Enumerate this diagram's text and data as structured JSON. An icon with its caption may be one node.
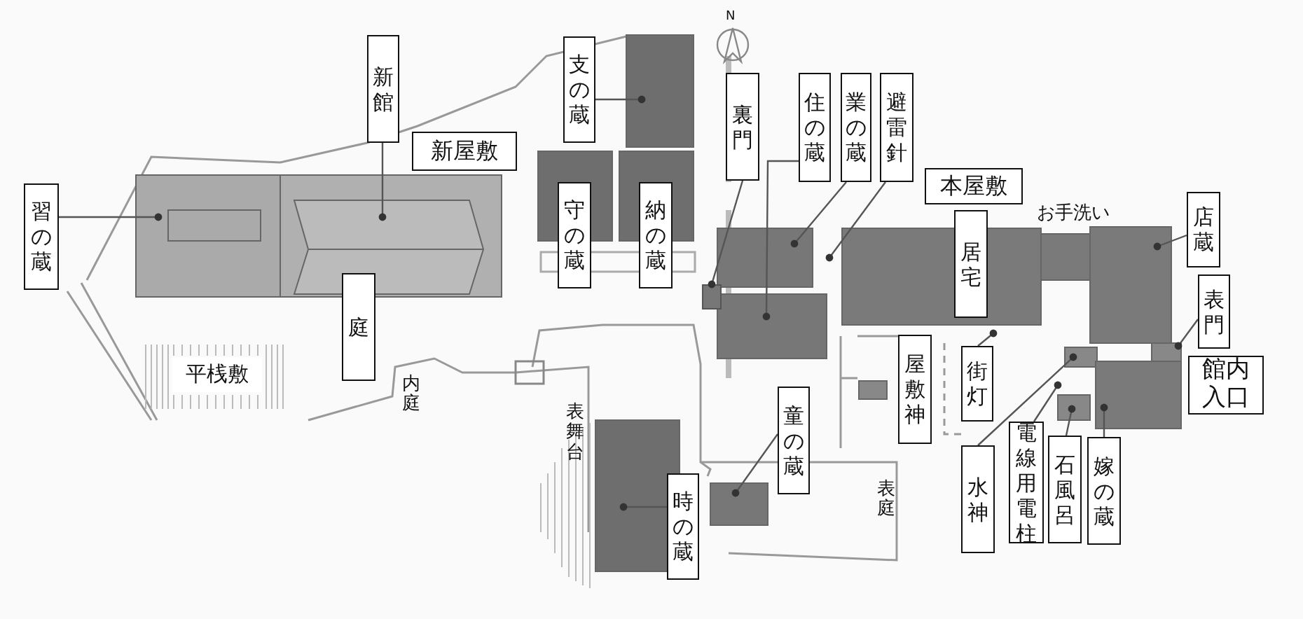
{
  "diagram": {
    "nodes": [
      {
        "text": [
          "新館"
        ]
      },
      {
        "text": [
          "支の蔵"
        ]
      },
      {
        "text": [
          "裏門"
        ]
      },
      {
        "text": [
          "住の蔵"
        ]
      },
      {
        "text": [
          "業の蔵"
        ]
      },
      {
        "text": [
          "避雷針"
        ]
      },
      {
        "text": [
          "新屋敷"
        ]
      },
      {
        "text": [
          "本屋敷"
        ]
      },
      {
        "text": [
          "習の蔵"
        ]
      },
      {
        "text": [
          "守の蔵"
        ]
      },
      {
        "text": [
          "納の蔵"
        ]
      },
      {
        "text": [
          "居宅"
        ]
      },
      {
        "text": [
          "店蔵"
        ]
      },
      {
        "text": [
          "庭"
        ]
      },
      {
        "text": [
          "表門"
        ]
      },
      {
        "text": [
          "屋敷神"
        ]
      },
      {
        "text": [
          "街灯"
        ]
      },
      {
        "text": [
          "平桟敷"
        ]
      },
      {
        "text": [
          "館内入口"
        ]
      },
      {
        "text": [
          "童の蔵"
        ]
      },
      {
        "text": [
          "電線用電柱"
        ]
      },
      {
        "text": [
          "石風呂"
        ]
      },
      {
        "text": [
          "嫁の蔵"
        ]
      },
      {
        "text": [
          "水神"
        ]
      },
      {
        "text": [
          "時の蔵"
        ]
      },
      {
        "text": [],
        "shape": "box"
      }
    ],
    "edges": [
      {
        "from": 0,
        "to": null,
        "arrow": "other"
      },
      {
        "from": 8,
        "to": null,
        "arrow": "other"
      },
      {
        "from": 1,
        "to": null,
        "arrow": "other"
      },
      {
        "from": 2,
        "to": 25,
        "arrow": "other"
      },
      {
        "from": 3,
        "to": null,
        "arrow": "other"
      },
      {
        "from": 4,
        "to": null,
        "arrow": "other"
      },
      {
        "from": 5,
        "to": null,
        "arrow": "other"
      },
      {
        "from": 12,
        "to": null,
        "arrow": "other"
      },
      {
        "from": 14,
        "to": null,
        "arrow": "other"
      },
      {
        "from": 16,
        "to": null,
        "arrow": "other"
      },
      {
        "from": 23,
        "to": null,
        "arrow": "other"
      },
      {
        "from": 20,
        "to": null,
        "arrow": "other"
      },
      {
        "from": 21,
        "to": null,
        "arrow": "other"
      },
      {
        "from": 22,
        "to": null,
        "arrow": "other"
      },
      {
        "from": 19,
        "to": null,
        "arrow": "other"
      },
      {
        "from": 24,
        "to": null,
        "arrow": "other"
      }
    ],
    "labels": [
      "N",
      "お手洗い",
      "内庭",
      "表舞台",
      "表庭"
    ]
  }
}
